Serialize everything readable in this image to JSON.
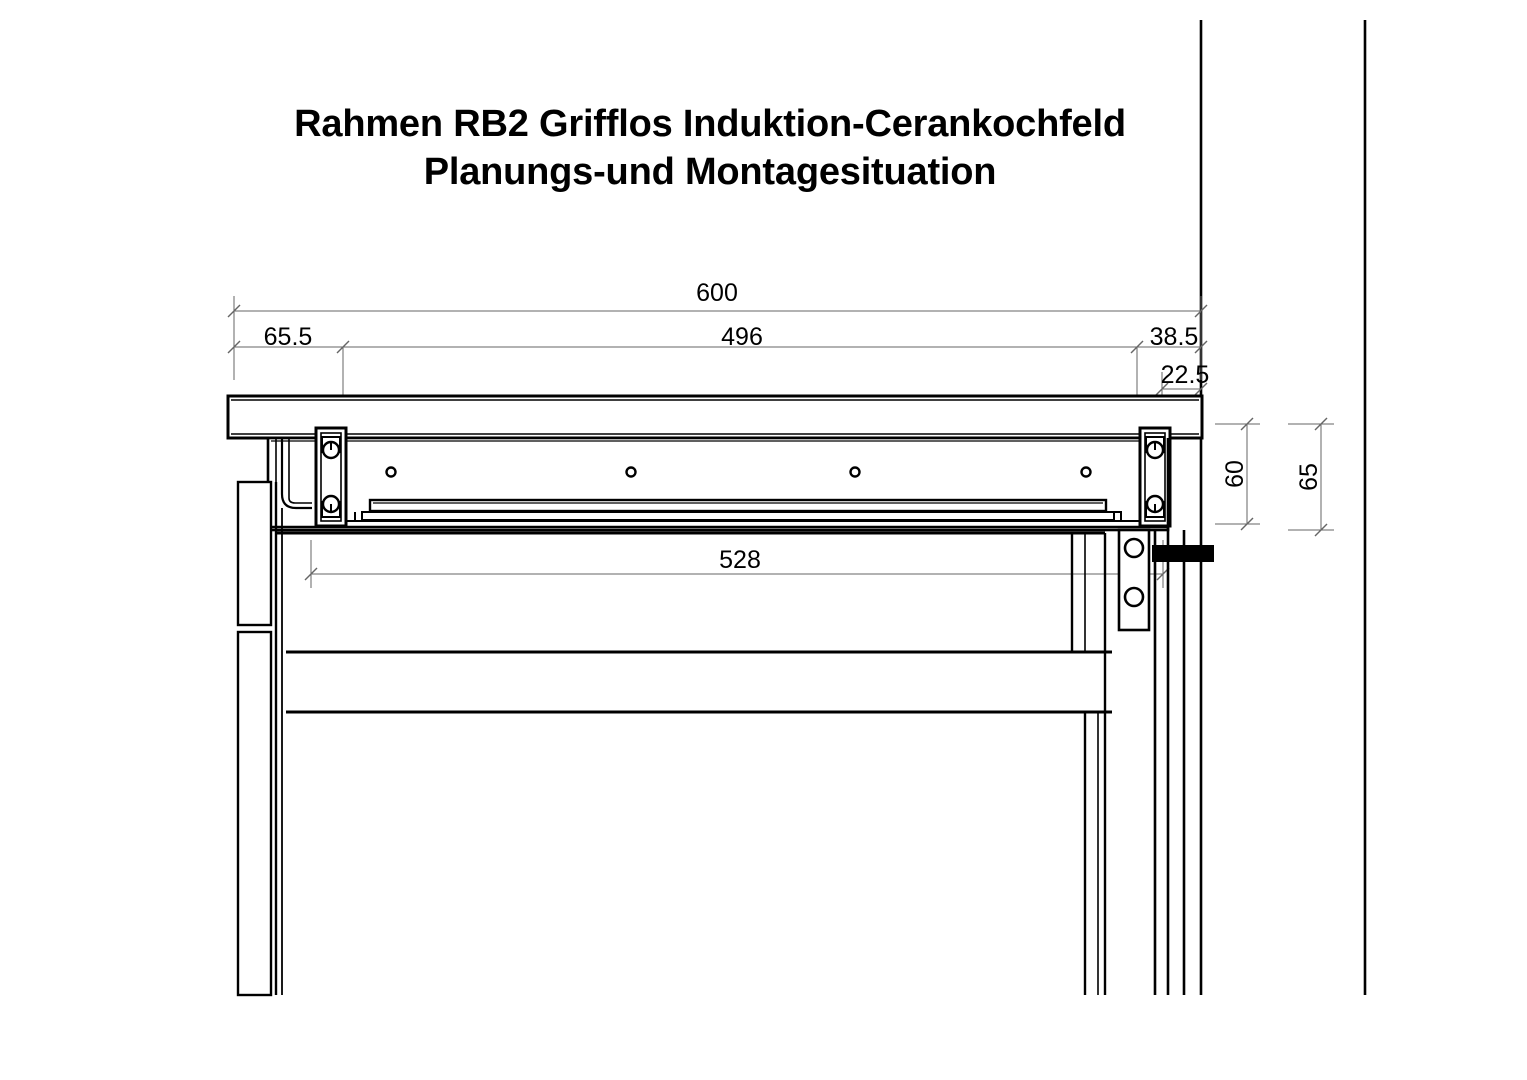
{
  "document": {
    "type": "technical-drawing",
    "title_line_1": "Rahmen RB2 Grifflos Induktion-Cerankochfeld",
    "title_line_2": "Planungs-und Montagesituation",
    "background_color": "#ffffff",
    "line_color": "#000000",
    "dimension_line_color": "#555555"
  },
  "dimensions": {
    "overall_width": "600",
    "left_segment": "65.5",
    "middle_segment": "496",
    "right_segment": "38.5",
    "right_offset": "22.5",
    "inner_width": "528",
    "height_inner": "60",
    "height_outer": "65"
  },
  "chart_data": {
    "type": "table",
    "title": "Rahmen RB2 Grifflos Induktion-Cerankochfeld Planungs-und Montagesituation",
    "categories": [
      "600",
      "65.5",
      "496",
      "38.5",
      "22.5",
      "528",
      "60",
      "65"
    ],
    "values": [
      600,
      65.5,
      496,
      38.5,
      22.5,
      528,
      60,
      65
    ]
  }
}
